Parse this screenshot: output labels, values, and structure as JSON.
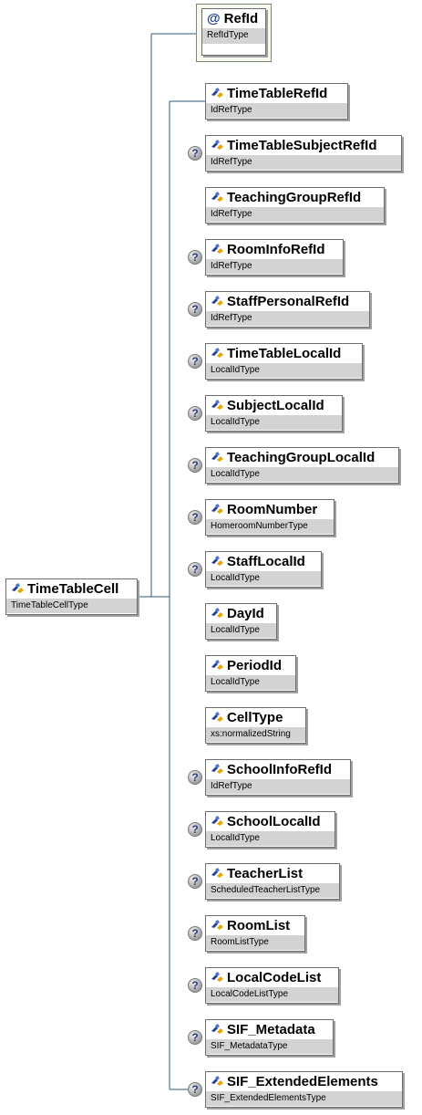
{
  "root": {
    "name": "TimeTableCell",
    "type": "TimeTableCellType",
    "icon": "element-icon"
  },
  "attribute": {
    "name": "RefId",
    "type": "RefIdType",
    "symbol": "@",
    "icon": "attribute-icon"
  },
  "optional_marker": "?",
  "elements": [
    {
      "name": "TimeTableRefId",
      "type": "IdRefType",
      "optional": false
    },
    {
      "name": "TimeTableSubjectRefId",
      "type": "IdRefType",
      "optional": true
    },
    {
      "name": "TeachingGroupRefId",
      "type": "IdRefType",
      "optional": false
    },
    {
      "name": "RoomInfoRefId",
      "type": "IdRefType",
      "optional": true
    },
    {
      "name": "StaffPersonalRefId",
      "type": "IdRefType",
      "optional": true
    },
    {
      "name": "TimeTableLocalId",
      "type": "LocalIdType",
      "optional": true
    },
    {
      "name": "SubjectLocalId",
      "type": "LocalIdType",
      "optional": true
    },
    {
      "name": "TeachingGroupLocalId",
      "type": "LocalIdType",
      "optional": true
    },
    {
      "name": "RoomNumber",
      "type": "HomeroomNumberType",
      "optional": true
    },
    {
      "name": "StaffLocalId",
      "type": "LocalIdType",
      "optional": true
    },
    {
      "name": "DayId",
      "type": "LocalIdType",
      "optional": false
    },
    {
      "name": "PeriodId",
      "type": "LocalIdType",
      "optional": false
    },
    {
      "name": "CellType",
      "type": "xs:normalizedString",
      "optional": false
    },
    {
      "name": "SchoolInfoRefId",
      "type": "IdRefType",
      "optional": true
    },
    {
      "name": "SchoolLocalId",
      "type": "LocalIdType",
      "optional": true
    },
    {
      "name": "TeacherList",
      "type": "ScheduledTeacherListType",
      "optional": true
    },
    {
      "name": "RoomList",
      "type": "RoomListType",
      "optional": true
    },
    {
      "name": "LocalCodeList",
      "type": "LocalCodeListType",
      "optional": true
    },
    {
      "name": "SIF_Metadata",
      "type": "SIF_MetadataType",
      "optional": true
    },
    {
      "name": "SIF_ExtendedElements",
      "type": "SIF_ExtendedElementsType",
      "optional": true
    }
  ]
}
